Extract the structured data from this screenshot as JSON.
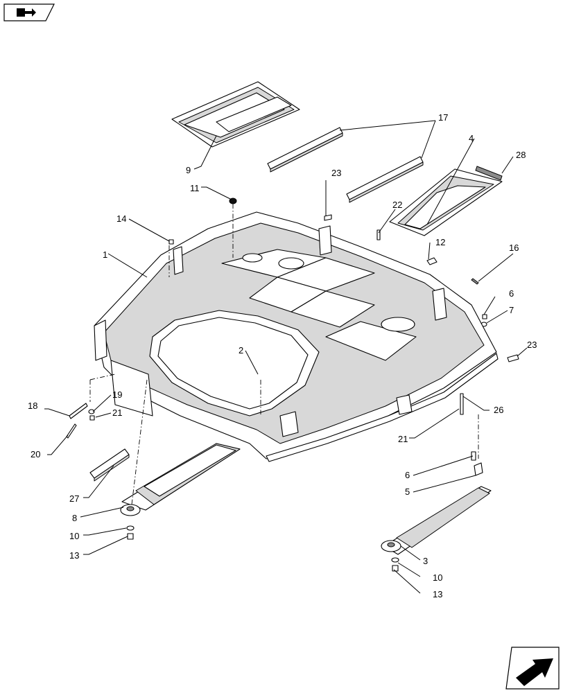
{
  "navigation": {
    "top_icon": "book-arrow-icon",
    "bottom_icon": "next-page-arrow-icon"
  },
  "callouts": {
    "c1": "1",
    "c2": "2",
    "c3": "3",
    "c4": "4",
    "c5": "5",
    "c6a": "6",
    "c6b": "6",
    "c7": "7",
    "c8": "8",
    "c9": "9",
    "c10a": "10",
    "c10b": "10",
    "c11": "11",
    "c12": "12",
    "c13a": "13",
    "c13b": "13",
    "c14": "14",
    "c16": "16",
    "c17": "17",
    "c18": "18",
    "c19": "19",
    "c20": "20",
    "c21a": "21",
    "c21b": "21",
    "c22": "22",
    "c23a": "23",
    "c23b": "23",
    "c26": "26",
    "c27": "27",
    "c28": "28"
  }
}
